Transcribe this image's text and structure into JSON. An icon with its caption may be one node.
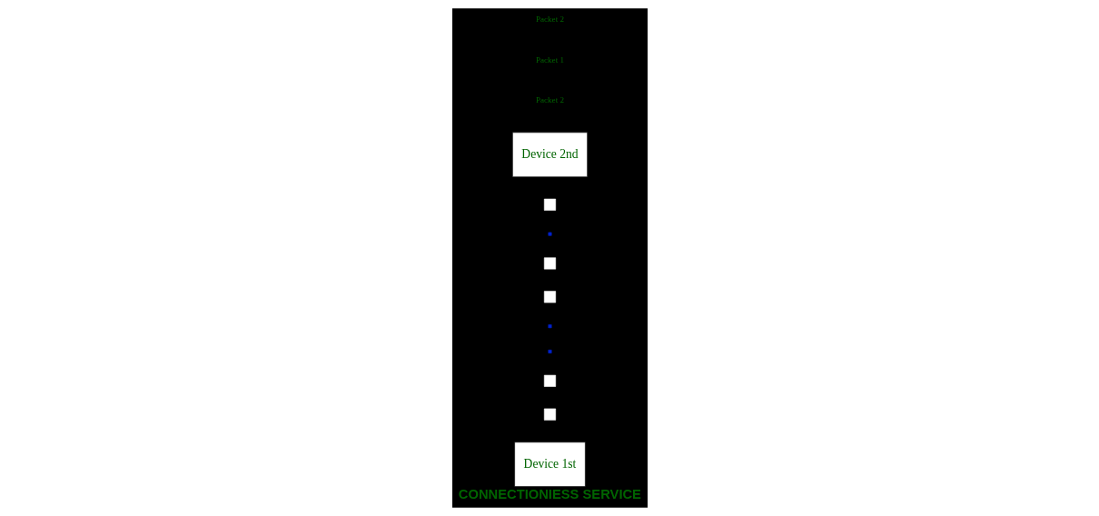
{
  "diagram": {
    "title": "CONNECTIONIESS SERVICE",
    "nodes": [
      {
        "text": [
          "Device 1st"
        ]
      },
      {
        "text": [],
        "shape": "box"
      },
      {
        "text": [],
        "shape": "box"
      },
      {
        "text": [],
        "shape": "box"
      },
      {
        "text": [],
        "shape": "box"
      },
      {
        "text": [],
        "shape": "box"
      },
      {
        "text": [],
        "shape": "box"
      },
      {
        "text": [],
        "shape": "box"
      },
      {
        "text": [],
        "shape": "box"
      },
      {
        "text": [
          "Device 2nd"
        ]
      }
    ],
    "labels": [
      "Packet 2",
      "Packet 1",
      "Packet 2"
    ]
  }
}
